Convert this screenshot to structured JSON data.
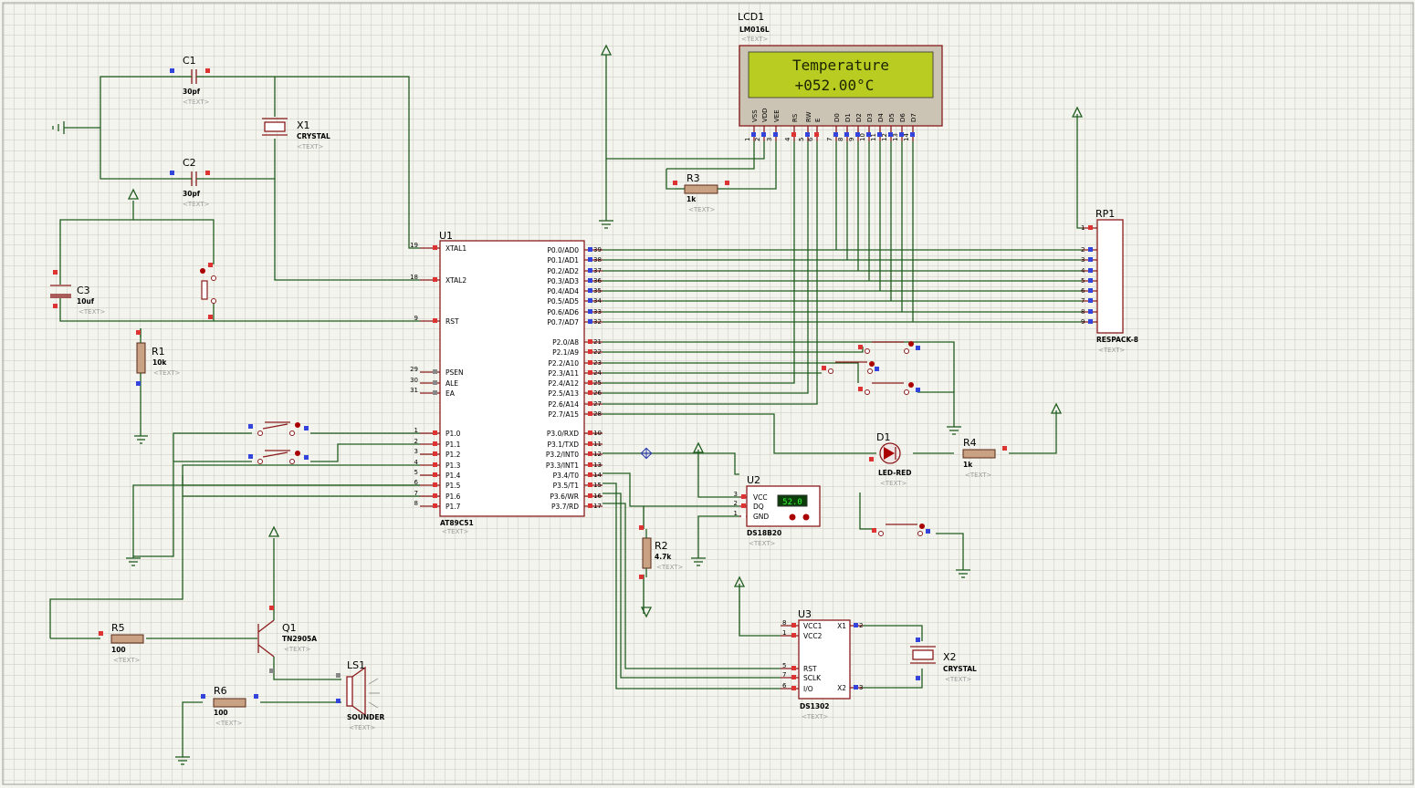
{
  "lcd1": {
    "ref": "LCD1",
    "part": "LM016L",
    "line1": "Temperature",
    "line2": "+052.00°C",
    "pin_names": [
      "VSS",
      "VDD",
      "VEE",
      "RS",
      "RW",
      "E",
      "D0",
      "D1",
      "D2",
      "D3",
      "D4",
      "D5",
      "D6",
      "D7"
    ],
    "pin_nums": [
      "1",
      "2",
      "3",
      "4",
      "5",
      "6",
      "7",
      "8",
      "9",
      "10",
      "11",
      "12",
      "13",
      "14"
    ]
  },
  "u1": {
    "ref": "U1",
    "part": "AT89C51",
    "left_pins": [
      {
        "num": "19",
        "name": "XTAL1"
      },
      {
        "num": "18",
        "name": "XTAL2"
      },
      {
        "num": "9",
        "name": "RST"
      },
      {
        "num": "29",
        "name": "PSEN"
      },
      {
        "num": "30",
        "name": "ALE"
      },
      {
        "num": "31",
        "name": "EA"
      },
      {
        "num": "1",
        "name": "P1.0"
      },
      {
        "num": "2",
        "name": "P1.1"
      },
      {
        "num": "3",
        "name": "P1.2"
      },
      {
        "num": "4",
        "name": "P1.3"
      },
      {
        "num": "5",
        "name": "P1.4"
      },
      {
        "num": "6",
        "name": "P1.5"
      },
      {
        "num": "7",
        "name": "P1.6"
      },
      {
        "num": "8",
        "name": "P1.7"
      }
    ],
    "right_pins": [
      {
        "num": "39",
        "name": "P0.0/AD0"
      },
      {
        "num": "38",
        "name": "P0.1/AD1"
      },
      {
        "num": "37",
        "name": "P0.2/AD2"
      },
      {
        "num": "36",
        "name": "P0.3/AD3"
      },
      {
        "num": "35",
        "name": "P0.4/AD4"
      },
      {
        "num": "34",
        "name": "P0.5/AD5"
      },
      {
        "num": "33",
        "name": "P0.6/AD6"
      },
      {
        "num": "32",
        "name": "P0.7/AD7"
      },
      {
        "num": "21",
        "name": "P2.0/A8"
      },
      {
        "num": "22",
        "name": "P2.1/A9"
      },
      {
        "num": "23",
        "name": "P2.2/A10"
      },
      {
        "num": "24",
        "name": "P2.3/A11"
      },
      {
        "num": "25",
        "name": "P2.4/A12"
      },
      {
        "num": "26",
        "name": "P2.5/A13"
      },
      {
        "num": "27",
        "name": "P2.6/A14"
      },
      {
        "num": "28",
        "name": "P2.7/A15"
      },
      {
        "num": "10",
        "name": "P3.0/RXD"
      },
      {
        "num": "11",
        "name": "P3.1/TXD"
      },
      {
        "num": "12",
        "name": "P3.2/INT0"
      },
      {
        "num": "13",
        "name": "P3.3/INT1"
      },
      {
        "num": "14",
        "name": "P3.4/T0"
      },
      {
        "num": "15",
        "name": "P3.5/T1"
      },
      {
        "num": "16",
        "name": "P3.6/WR"
      },
      {
        "num": "17",
        "name": "P3.7/RD"
      }
    ]
  },
  "c1": {
    "ref": "C1",
    "value": "30pf"
  },
  "c2": {
    "ref": "C2",
    "value": "30pf"
  },
  "c3": {
    "ref": "C3",
    "value": "10uf"
  },
  "x1": {
    "ref": "X1",
    "part": "CRYSTAL"
  },
  "x2": {
    "ref": "X2",
    "part": "CRYSTAL"
  },
  "r1": {
    "ref": "R1",
    "value": "10k"
  },
  "r2": {
    "ref": "R2",
    "value": "4.7k"
  },
  "r3": {
    "ref": "R3",
    "value": "1k"
  },
  "r4": {
    "ref": "R4",
    "value": "1k"
  },
  "r5": {
    "ref": "R5",
    "value": "100"
  },
  "r6": {
    "ref": "R6",
    "value": "100"
  },
  "rp1": {
    "ref": "RP1",
    "part": "RESPACK-8",
    "pins": [
      "1",
      "2",
      "3",
      "4",
      "5",
      "6",
      "7",
      "8",
      "9"
    ]
  },
  "u2": {
    "ref": "U2",
    "part": "DS18B20",
    "reading": "52.0",
    "pins": [
      "VCC",
      "DQ",
      "GND"
    ],
    "pin_nums": [
      "3",
      "2",
      "1"
    ]
  },
  "u3": {
    "ref": "U3",
    "part": "DS1302",
    "left_pins": [
      {
        "num": "8",
        "name": "VCC1"
      },
      {
        "num": "1",
        "name": "VCC2"
      },
      {
        "num": "5",
        "name": "RST"
      },
      {
        "num": "7",
        "name": "SCLK"
      },
      {
        "num": "6",
        "name": "I/O"
      }
    ],
    "right_pins": [
      {
        "num": "2",
        "name": "X1"
      },
      {
        "num": "3",
        "name": "X2"
      }
    ]
  },
  "d1": {
    "ref": "D1",
    "part": "LED-RED"
  },
  "q1": {
    "ref": "Q1",
    "part": "TN2905A"
  },
  "ls1": {
    "ref": "LS1",
    "part": "SOUNDER"
  },
  "text_placeholder": "<TEXT>"
}
